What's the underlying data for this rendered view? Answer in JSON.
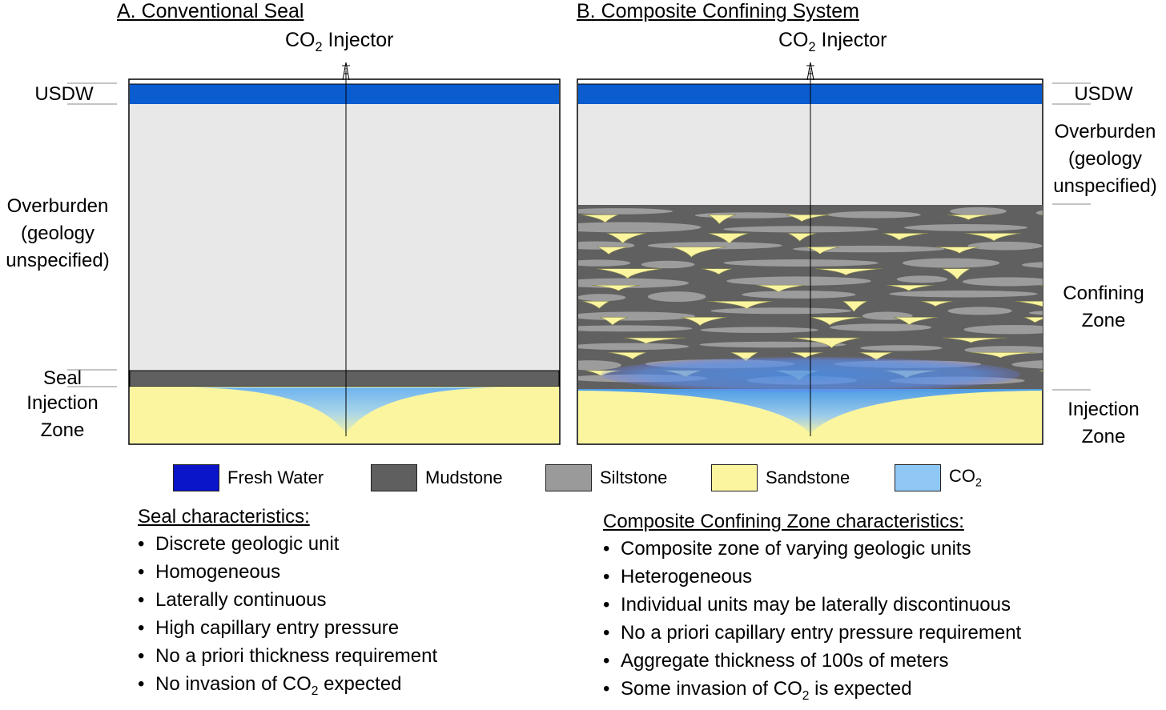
{
  "panel_a": {
    "title": "A.  Conventional Seal",
    "injector": {
      "prefix": "CO",
      "sub": "2",
      "suffix": " Injector"
    },
    "labels": {
      "usdw": "USDW",
      "overburden_1": "Overburden",
      "overburden_2": "(geology",
      "overburden_3": "unspecified)",
      "seal": "Seal",
      "injection_1": "Injection",
      "injection_2": "Zone"
    }
  },
  "panel_b": {
    "title": "B. Composite Confining System",
    "injector": {
      "prefix": "CO",
      "sub": "2",
      "suffix": " Injector"
    },
    "labels": {
      "usdw": "USDW",
      "overburden_1": "Overburden",
      "overburden_2": "(geology",
      "overburden_3": "unspecified)",
      "confining_1": "Confining",
      "confining_2": "Zone",
      "injection_1": "Injection",
      "injection_2": "Zone"
    }
  },
  "legend": [
    {
      "label": "Fresh Water",
      "color": "#0a14c8"
    },
    {
      "label": "Mudstone",
      "color": "#5f5f5f"
    },
    {
      "label": "Siltstone",
      "color": "#9a9a9a"
    },
    {
      "label": "Sandstone",
      "color": "#fbf5a0"
    },
    {
      "label": "CO",
      "sub": "2",
      "color": "#8fc8f5"
    }
  ],
  "seal_characteristics": {
    "title": "Seal characteristics:",
    "items": [
      {
        "text": "Discrete geologic unit"
      },
      {
        "text": "Homogeneous"
      },
      {
        "text": "Laterally continuous"
      },
      {
        "text": "High capillary entry pressure"
      },
      {
        "text": "No a priori thickness requirement"
      },
      {
        "text": "No invasion of CO",
        "sub": "2",
        "after": " expected"
      }
    ]
  },
  "composite_characteristics": {
    "title": "Composite Confining Zone characteristics:",
    "items": [
      {
        "text": "Composite zone of varying geologic units"
      },
      {
        "text": "Heterogeneous"
      },
      {
        "text": "Individual units may be laterally discontinuous"
      },
      {
        "text": "No a priori capillary entry pressure requirement"
      },
      {
        "text": "Aggregate thickness of 100s of meters"
      },
      {
        "text": "Some invasion of CO",
        "sub": "2",
        "after": " is expected"
      }
    ]
  },
  "colors": {
    "usdw_blue": "#0b5ccf",
    "overburden": "#e8e8e8",
    "mudstone": "#606060",
    "siltstone": "#9c9c9c",
    "sandstone": "#fbf5a0",
    "co2": "#8fc8f5"
  }
}
